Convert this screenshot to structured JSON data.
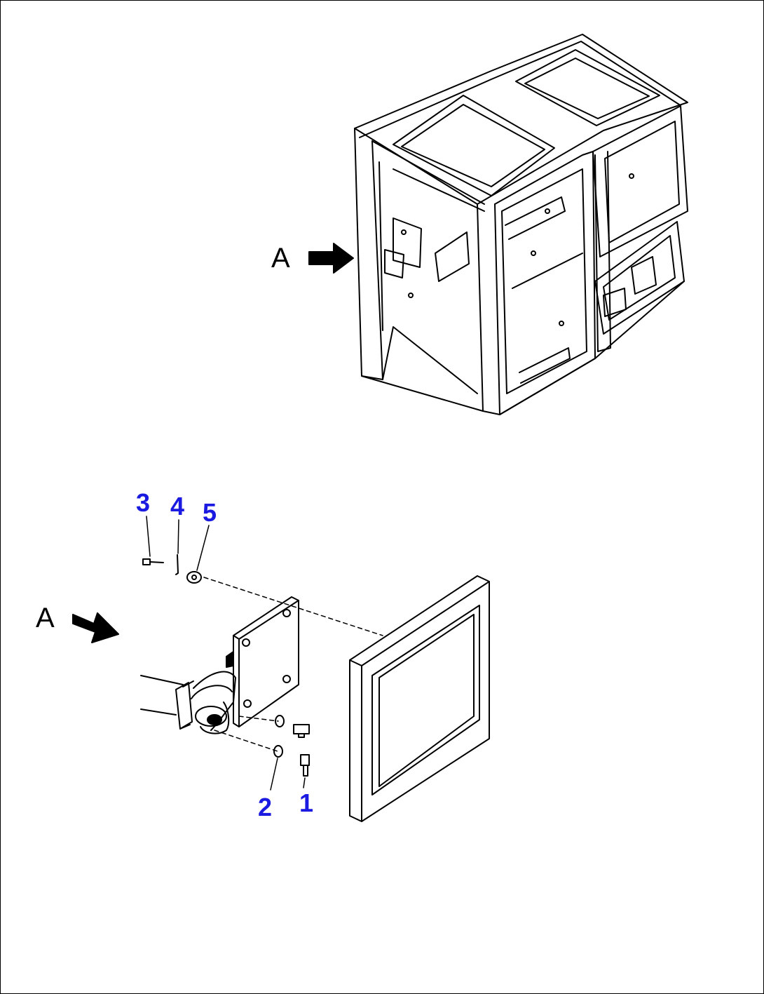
{
  "view_letters": {
    "upper": "A",
    "lower": "A"
  },
  "callouts": [
    {
      "id": "1",
      "label": "1"
    },
    {
      "id": "2",
      "label": "2"
    },
    {
      "id": "3",
      "label": "3"
    },
    {
      "id": "4",
      "label": "4"
    },
    {
      "id": "5",
      "label": "5"
    }
  ],
  "colors": {
    "callout": "#1a1ae0",
    "line": "#000000",
    "background": "#ffffff"
  },
  "icons": {
    "view_arrow": "view-arrow-icon"
  }
}
